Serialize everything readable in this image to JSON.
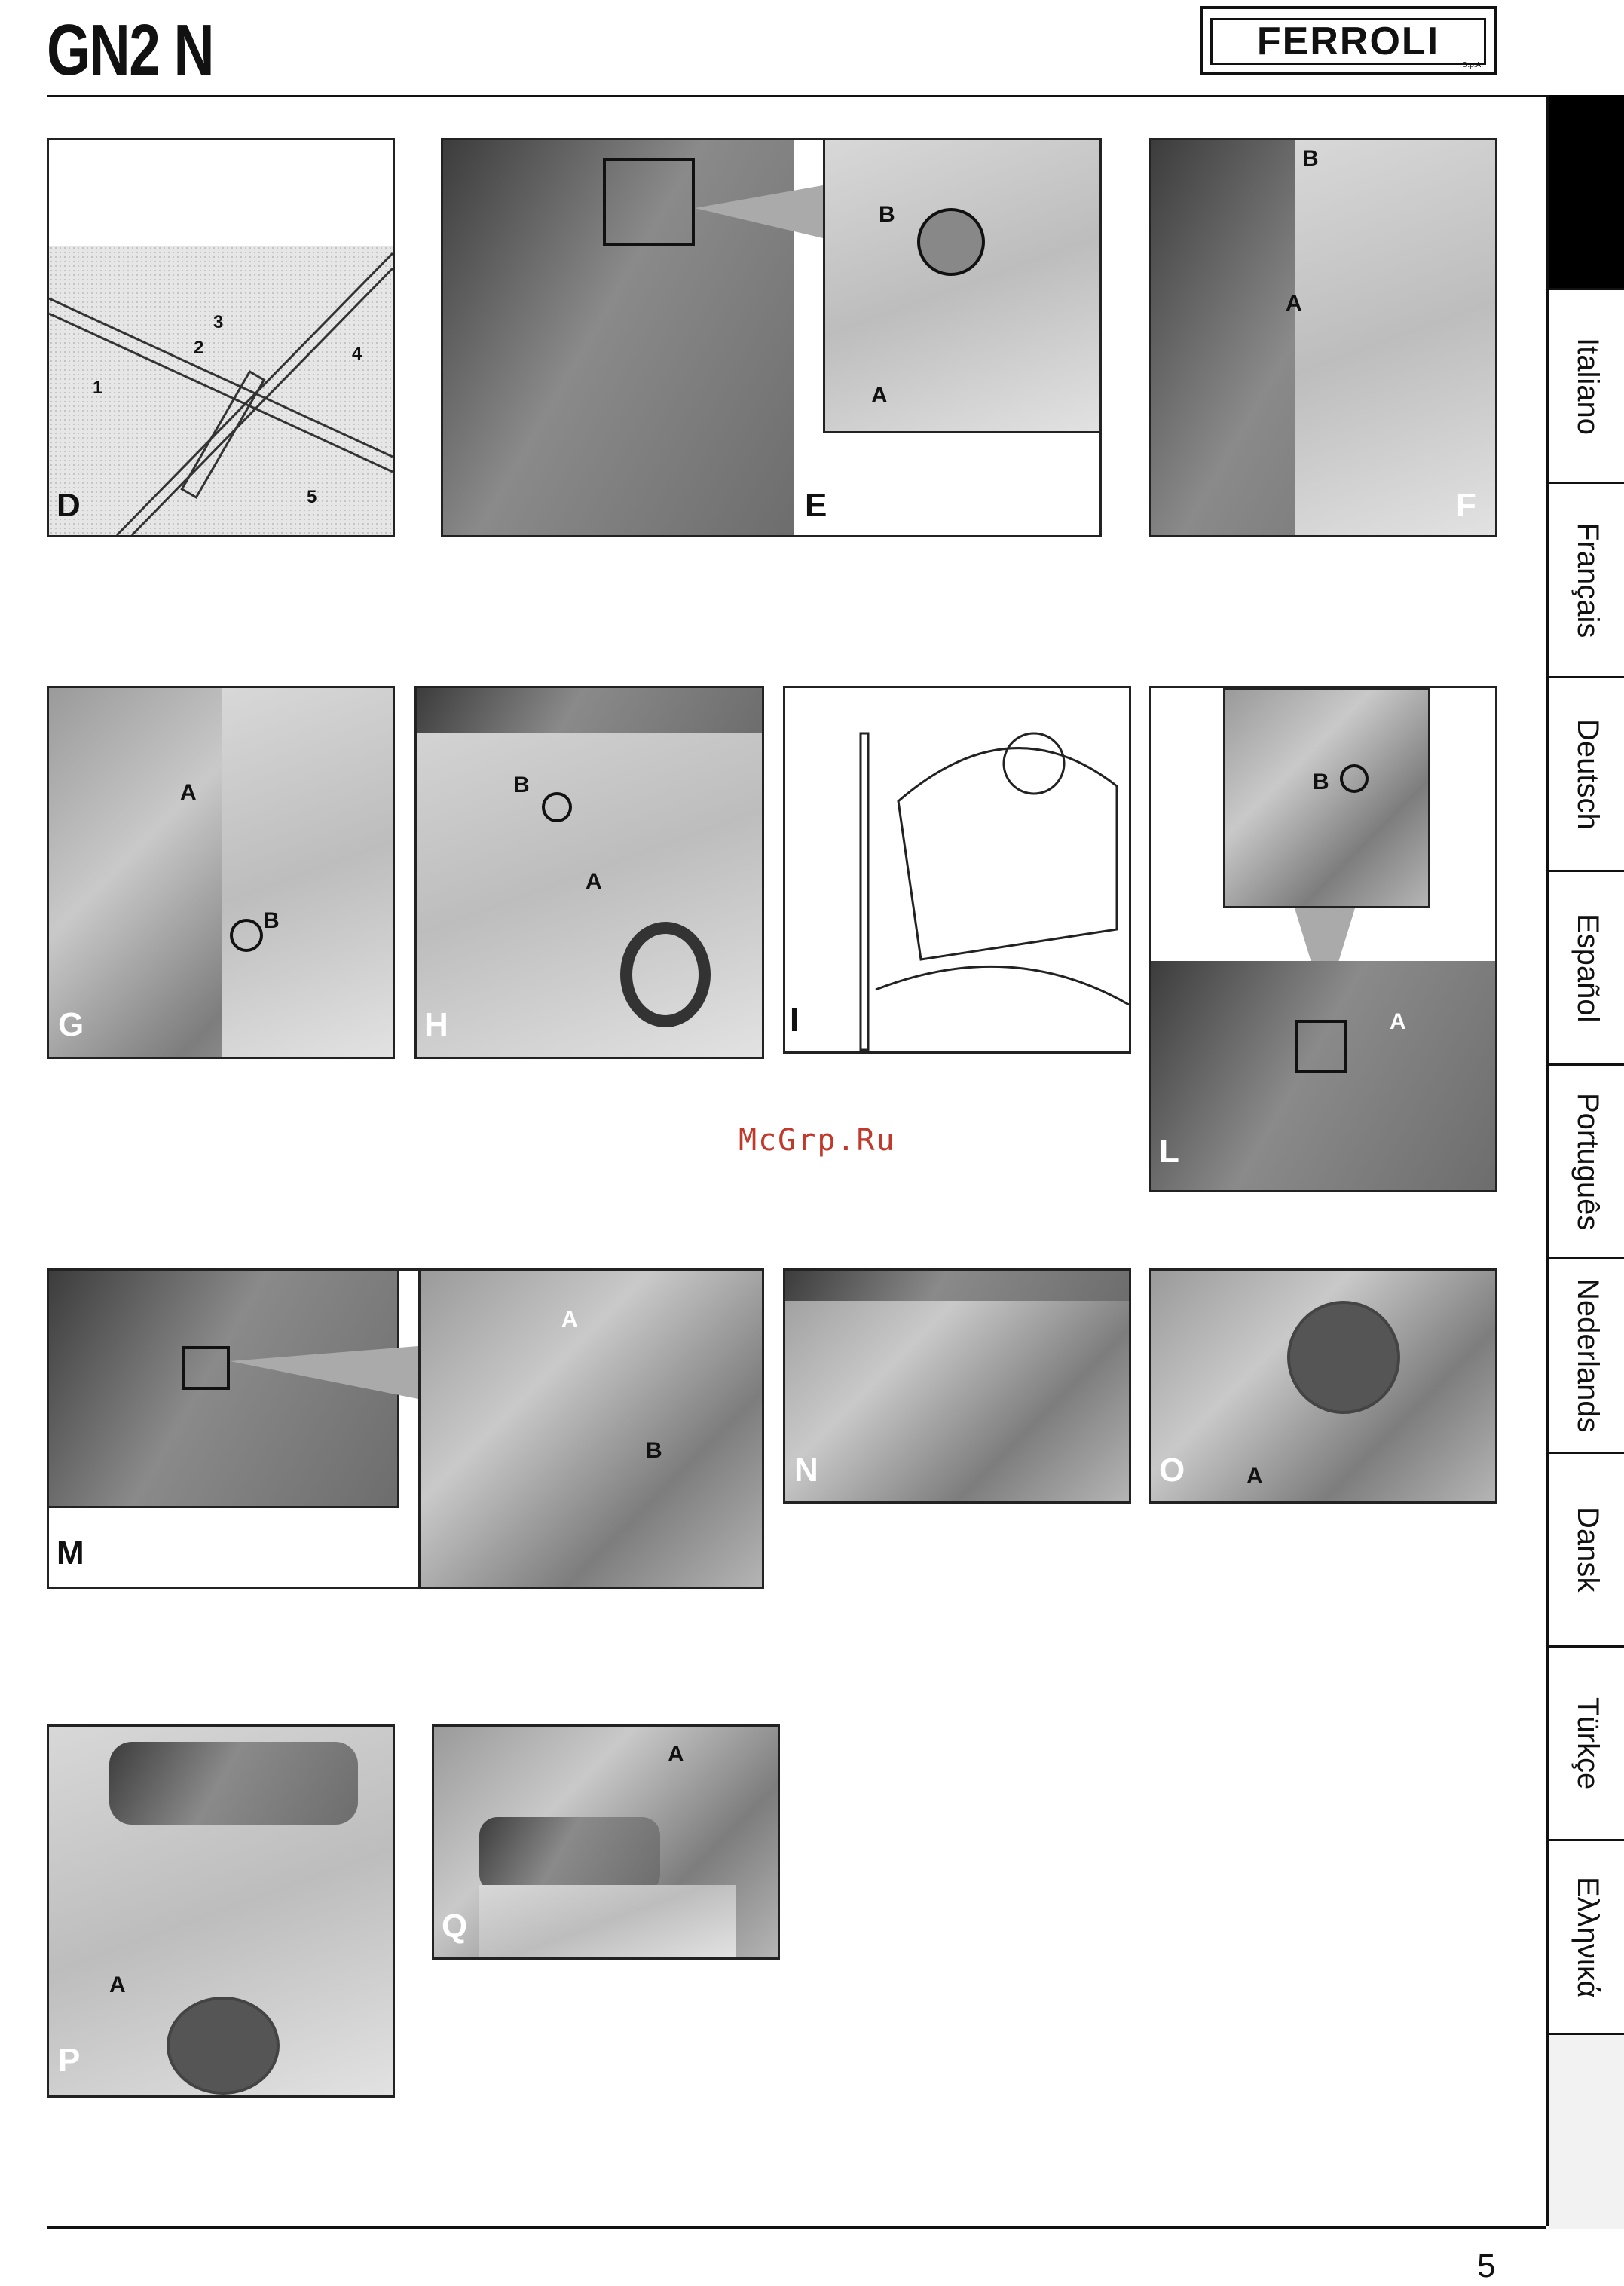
{
  "header": {
    "title": "GN2 N",
    "logo": "FERROLI",
    "logo_sub": "S.p.A."
  },
  "page_number": "5",
  "watermark": "McGrp.Ru",
  "languages": [
    "Italiano",
    "Français",
    "Deutsch",
    "Español",
    "Português",
    "Nederlands",
    "Dansk",
    "Türkçe",
    "Ελληνικά"
  ],
  "figures": {
    "D": {
      "label": "D",
      "callouts": [
        "1",
        "2",
        "3",
        "4",
        "5"
      ]
    },
    "E": {
      "label": "E",
      "callouts": [
        "B",
        "A"
      ]
    },
    "F": {
      "label": "F",
      "callouts": [
        "B",
        "A"
      ]
    },
    "G": {
      "label": "G",
      "callouts": [
        "A",
        "B"
      ]
    },
    "H": {
      "label": "H",
      "callouts": [
        "B",
        "A"
      ]
    },
    "I": {
      "label": "I"
    },
    "L": {
      "label": "L",
      "callouts": [
        "B",
        "A"
      ]
    },
    "M": {
      "label": "M",
      "callouts": [
        "A",
        "B"
      ]
    },
    "N": {
      "label": "N"
    },
    "O": {
      "label": "O",
      "callouts": [
        "A"
      ]
    },
    "P": {
      "label": "P",
      "callouts": [
        "A"
      ]
    },
    "Q": {
      "label": "Q",
      "callouts": [
        "A"
      ]
    }
  },
  "colors": {
    "watermark": "#c0392b",
    "rule": "#111111",
    "tab_black": "#000000"
  }
}
